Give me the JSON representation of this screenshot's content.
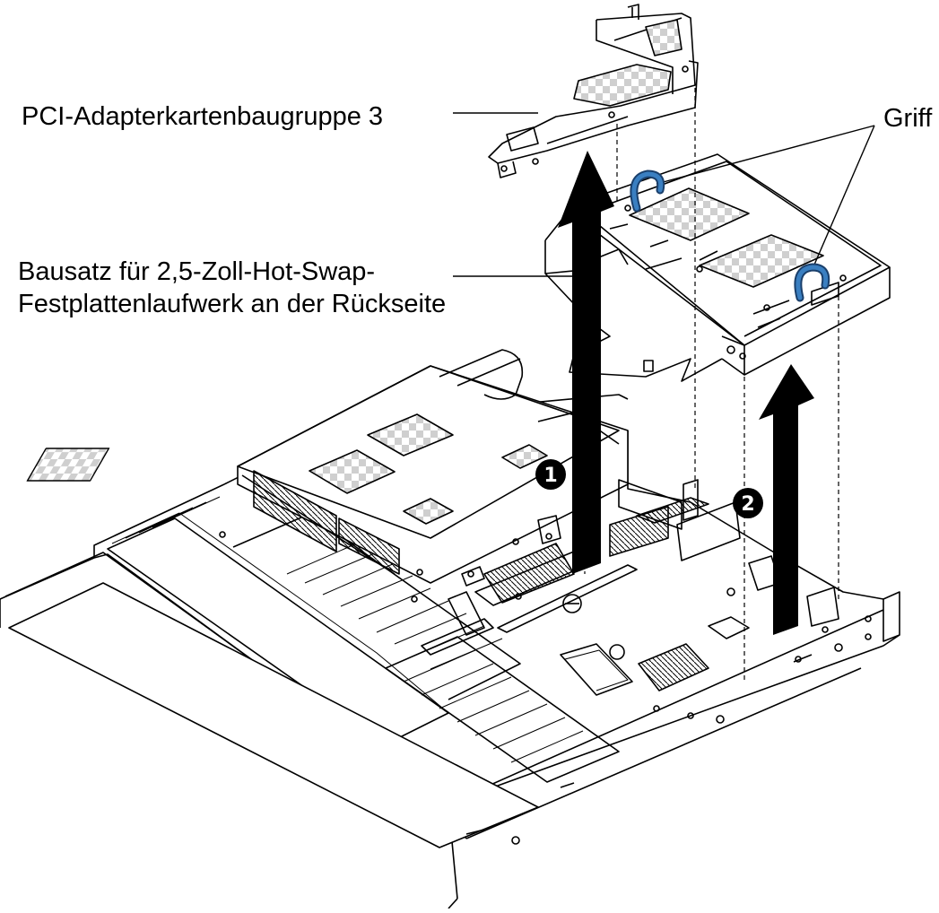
{
  "labels": {
    "pci_assembly": "PCI-Adapterkartenbaugruppe 3",
    "drive_kit_line1": "Bausatz für 2,5-Zoll-Hot-Swap-",
    "drive_kit_line2": "Festplattenlaufwerk an der Rückseite",
    "handle": "Griff"
  },
  "steps": [
    {
      "number": "1"
    },
    {
      "number": "2"
    }
  ],
  "colors": {
    "line": "#000000",
    "arrow": "#000000",
    "handle_accent": "#3a7fc1",
    "shading": "#c8c8c8"
  },
  "icons": [
    "up-arrow-icon",
    "up-arrow-icon",
    "step-1-icon",
    "step-2-icon"
  ]
}
